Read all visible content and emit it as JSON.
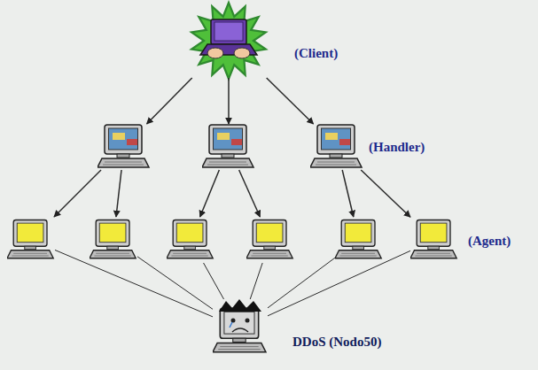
{
  "diagram": {
    "nodes": [
      {
        "text": [
          "(Client)"
        ]
      },
      {
        "text": []
      },
      {
        "text": []
      },
      {
        "text": [
          "(Handler)"
        ]
      },
      {
        "text": []
      },
      {
        "text": []
      },
      {
        "text": []
      },
      {
        "text": []
      },
      {
        "text": []
      },
      {
        "text": [
          "(Agent)"
        ]
      },
      {
        "text": [
          "DDoS (Nodo50)"
        ]
      }
    ],
    "edges": [
      {
        "from": 0,
        "to": 1,
        "arrow": "to"
      },
      {
        "from": 0,
        "to": 2,
        "arrow": "to"
      },
      {
        "from": 0,
        "to": 3,
        "arrow": "to"
      },
      {
        "from": 1,
        "to": 4,
        "arrow": "to"
      },
      {
        "from": 1,
        "to": 5,
        "arrow": "to"
      },
      {
        "from": 2,
        "to": 6,
        "arrow": "to"
      },
      {
        "from": 2,
        "to": 7,
        "arrow": "to"
      },
      {
        "from": 3,
        "to": 8,
        "arrow": "to"
      },
      {
        "from": 3,
        "to": 9,
        "arrow": "to"
      },
      {
        "from": 4,
        "to": 10,
        "arrow": "none"
      },
      {
        "from": 5,
        "to": 10,
        "arrow": "none"
      },
      {
        "from": 6,
        "to": 10,
        "arrow": "none"
      },
      {
        "from": 7,
        "to": 10,
        "arrow": "none"
      },
      {
        "from": 8,
        "to": 10,
        "arrow": "none"
      },
      {
        "from": 9,
        "to": 10,
        "arrow": "none"
      }
    ]
  }
}
